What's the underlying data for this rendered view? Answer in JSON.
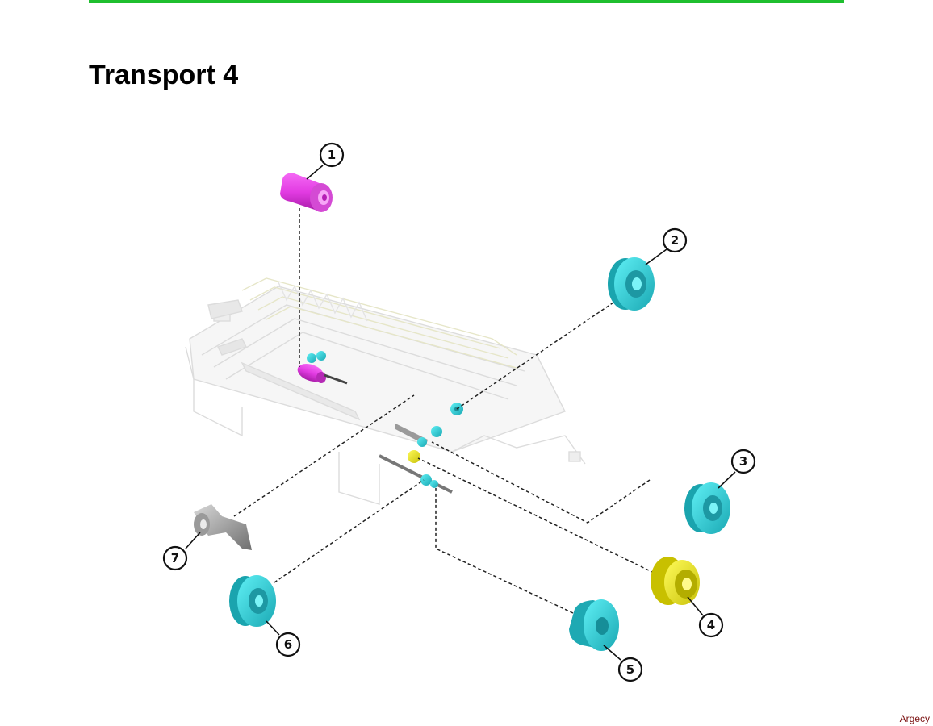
{
  "page": {
    "title": "Transport 4",
    "watermark": "Argecy"
  },
  "colors": {
    "accent_bar": "#1fbf2f",
    "magenta_part": "#e639e6",
    "cyan_part": "#33d9e0",
    "yellow_part": "#f2ef1f"
  },
  "callouts": [
    "1",
    "2",
    "3",
    "4",
    "5",
    "6",
    "7"
  ],
  "parts": [
    {
      "id": "1",
      "name": "magenta-roller-icon",
      "color": "magenta"
    },
    {
      "id": "2",
      "name": "cyan-roller-icon",
      "color": "cyan"
    },
    {
      "id": "3",
      "name": "cyan-roller-icon",
      "color": "cyan"
    },
    {
      "id": "4",
      "name": "yellow-gear-roller-icon",
      "color": "yellow"
    },
    {
      "id": "5",
      "name": "cyan-roller-icon",
      "color": "cyan"
    },
    {
      "id": "6",
      "name": "cyan-roller-icon",
      "color": "cyan"
    },
    {
      "id": "7",
      "name": "gray-lever-icon",
      "color": "gray"
    }
  ]
}
